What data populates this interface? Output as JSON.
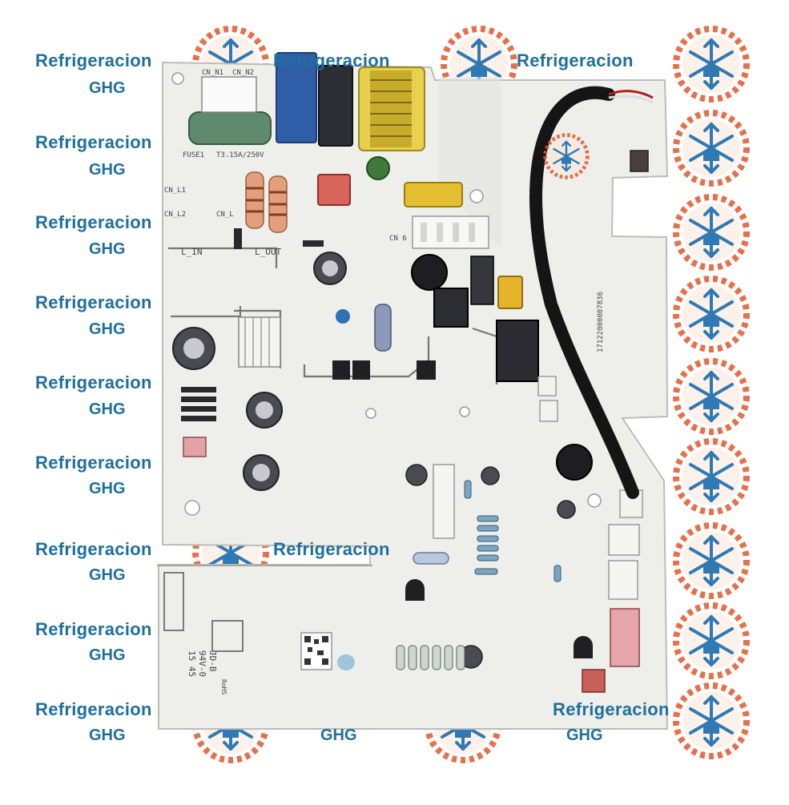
{
  "watermark": {
    "brand_line": "Refrigeracion",
    "sub_line": "GHG",
    "palette": {
      "text": "#1f6f9c",
      "snow_blue": "#2f79b5",
      "flame": "#e2572b"
    }
  },
  "board": {
    "silkscreen": {
      "fuse": "FUSE1",
      "fuse_rating": "T3.15A/250V",
      "cn_n1": "CN_N1",
      "cn_n2": "CN_N2",
      "cn_l1": "CN_L1",
      "cn_l2": "CN_L2",
      "cn_l": "CN_L",
      "l_in": "L_IN",
      "l_out": "L_OUT",
      "cn6": "CN 6",
      "vertical_code": "17122000007836",
      "ul_mark": "94V-0",
      "brand_mark": "JD-B",
      "rohs": "RoHS",
      "date_code": "15 45"
    }
  }
}
